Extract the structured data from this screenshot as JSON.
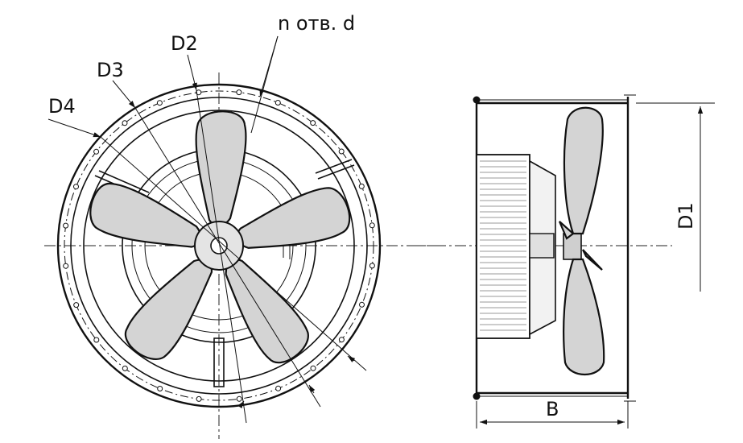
{
  "labels": {
    "holes": "n отв. d",
    "d2": "D2",
    "d3": "D3",
    "d4": "D4",
    "d1": "D1",
    "b": "B"
  },
  "icons": {
    "front_view": "axial-fan-front-view",
    "side_view": "axial-fan-side-view"
  },
  "colors": {
    "ink": "#111111",
    "blade_fill": "#d4d4d4",
    "background": "#ffffff"
  }
}
